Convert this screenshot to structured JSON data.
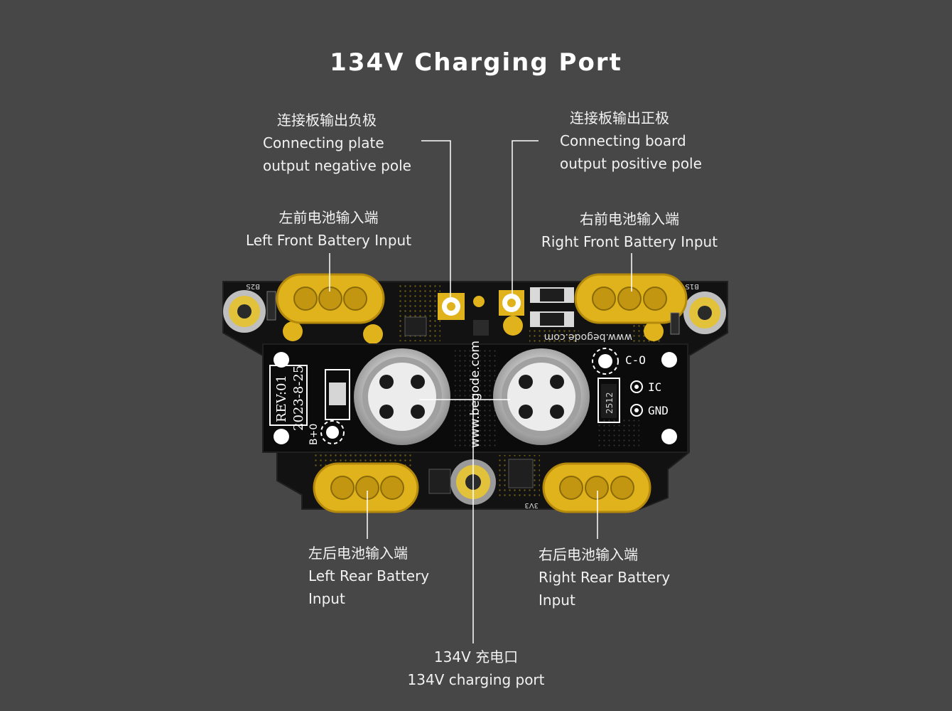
{
  "title": "134V Charging Port",
  "colors": {
    "background": "#474747",
    "pcb": "#111111",
    "connector": "#e0b31c",
    "line": "#ffffff"
  },
  "labels": {
    "neg_pole": {
      "zh": "连接板输出负极",
      "en1": "Connecting plate",
      "en2": "output negative pole"
    },
    "pos_pole": {
      "zh": "连接板输出正极",
      "en1": "Connecting board",
      "en2": "output positive pole"
    },
    "left_front": {
      "zh": "左前电池输入端",
      "en": "Left Front Battery Input"
    },
    "right_front": {
      "zh": "右前电池输入端",
      "en": "Right Front Battery Input"
    },
    "left_rear": {
      "zh": "左后电池输入端",
      "en1": "Left Rear Battery",
      "en2": "Input"
    },
    "right_rear": {
      "zh": "右后电池输入端",
      "en1": "Right Rear Battery",
      "en2": "Input"
    },
    "charging_port": {
      "zh": "134V 充电口",
      "en": "134V charging port"
    }
  },
  "board_text": {
    "rev": "REV:01",
    "date": "2023-8-25",
    "url_vertical": "www.begode.com",
    "url_mirror": "www.begode.com",
    "c0": "C-O",
    "ic": "IC",
    "gnd": "GND",
    "b0": "B+0",
    "resistor": "2512",
    "b2s": "B2S",
    "b1s": "B1S",
    "v33": "3V3"
  }
}
